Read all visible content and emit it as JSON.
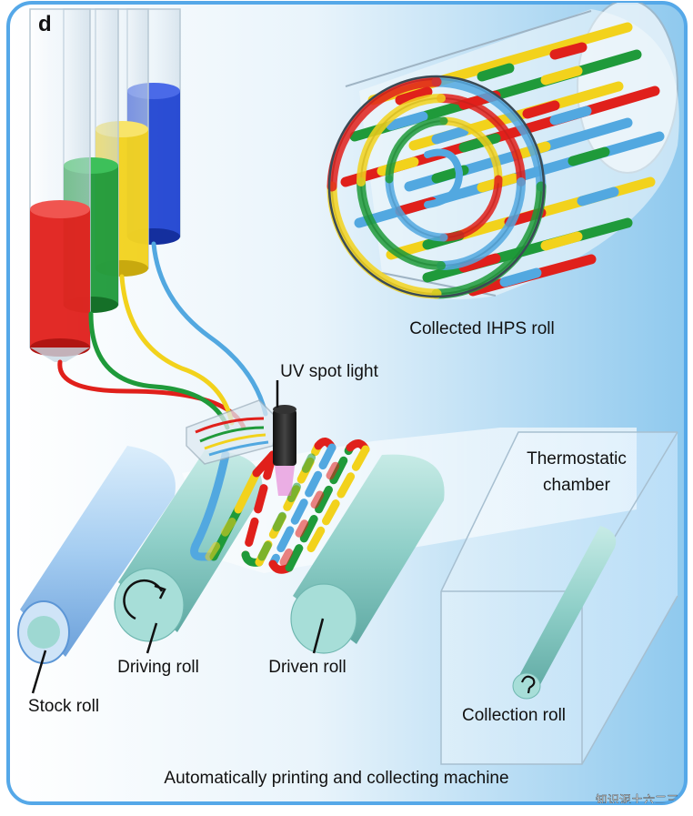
{
  "panel_letter": "d",
  "labels": {
    "collected_roll": "Collected IHPS roll",
    "uv_light": "UV spot light",
    "chamber_line1": "Thermostatic",
    "chamber_line2": "chamber",
    "driving_roll": "Driving roll",
    "driven_roll": "Driven roll",
    "stock_roll": "Stock roll",
    "collection_roll": "Collection roll",
    "caption": "Automatically printing and collecting machine"
  },
  "watermark": "知识泥土六二三",
  "colors": {
    "red": "#e0201b",
    "green": "#1f9a3a",
    "yellow": "#f2d21c",
    "blue": "#1a3fd0",
    "light_blue": "#52a8e0",
    "roll_teal": "#9ed8d2",
    "frame": "#55a8e8"
  }
}
